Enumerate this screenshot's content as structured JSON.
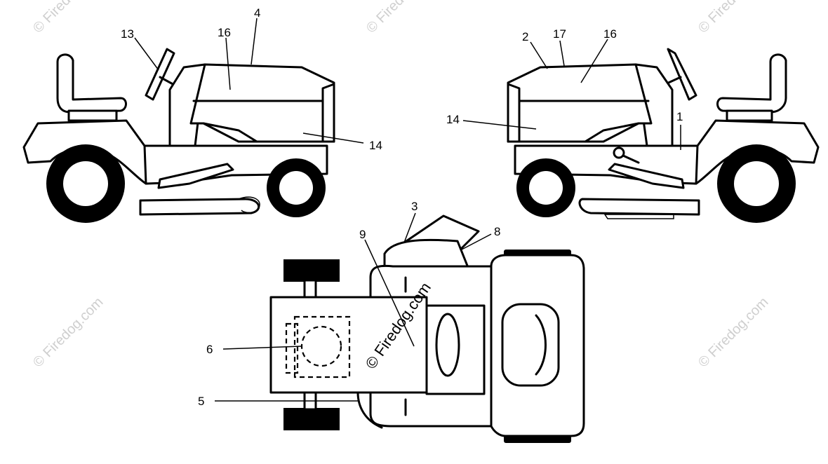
{
  "diagram": {
    "callouts": {
      "left_13": "13",
      "left_16": "16",
      "left_4": "4",
      "left_14": "14",
      "right_2": "2",
      "right_17": "17",
      "right_16": "16",
      "right_14": "14",
      "right_1": "1",
      "top_3": "3",
      "top_9": "9",
      "top_8": "8",
      "top_6": "6",
      "top_5": "5"
    },
    "watermark_small": "© Firedog.com",
    "watermark_center": "© Firedog.com"
  }
}
